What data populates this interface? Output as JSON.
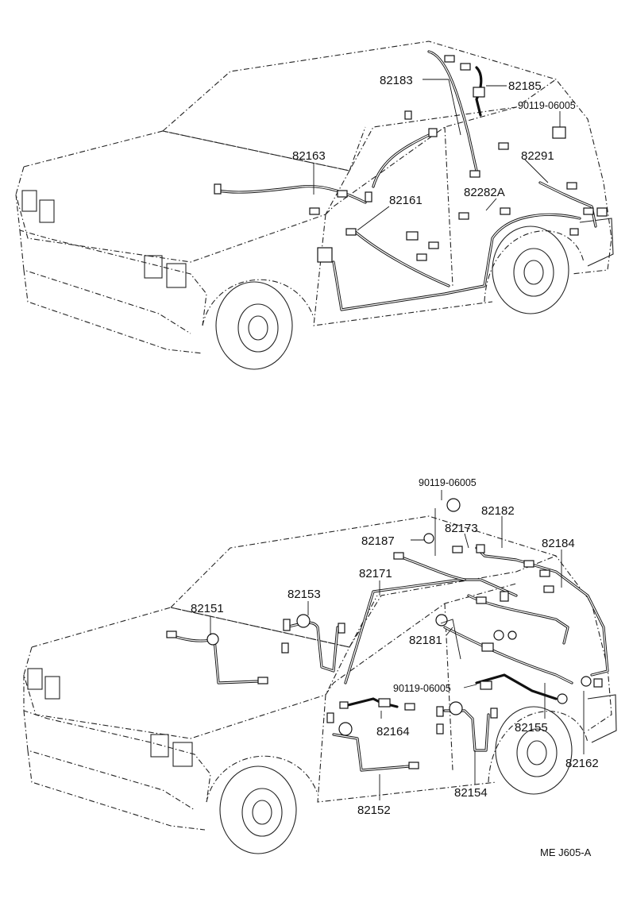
{
  "top_diagram": {
    "labels": {
      "p82183": "82183",
      "p82185": "82185",
      "p90119_a": "90119-06005",
      "p82163": "82163",
      "p82291": "82291",
      "p82161": "82161",
      "p82282a": "82282A"
    }
  },
  "bottom_diagram": {
    "labels": {
      "p90119_b": "90119-06005",
      "p82182": "82182",
      "p82173": "82173",
      "p82187": "82187",
      "p82184": "82184",
      "p82171": "82171",
      "p82153": "82153",
      "p82151": "82151",
      "p82181": "82181",
      "p90119_c": "90119-06005",
      "p82164": "82164",
      "p82155": "82155",
      "p82162": "82162",
      "p82152": "82152",
      "p82154": "82154"
    }
  },
  "figure_code": "ME  J605-A"
}
